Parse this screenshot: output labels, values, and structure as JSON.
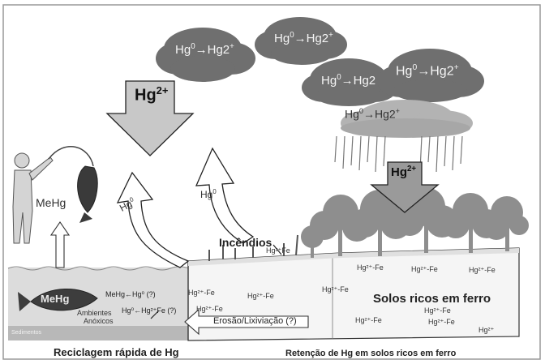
{
  "clouds": {
    "c1": {
      "pre": "Hg",
      "sup1": "0",
      "arrow": "→",
      "post": "Hg2",
      "sup2": "+"
    },
    "c2": {
      "pre": "Hg",
      "sup1": "0",
      "arrow": "→",
      "post": "Hg2",
      "sup2": "+"
    },
    "c3": {
      "pre": "Hg",
      "sup1": "0",
      "arrow": "→",
      "post": "Hg2",
      "sup2": ""
    },
    "c4": {
      "pre": "Hg",
      "sup1": "0",
      "arrow": "→",
      "post": "Hg2",
      "sup2": "+"
    },
    "c5": {
      "pre": "Hg",
      "sup1": "0",
      "arrow": "→",
      "post": "Hg2",
      "sup2": "+"
    }
  },
  "arrows": {
    "hg2_left": {
      "base": "Hg",
      "sup": "2+"
    },
    "hg2_right": {
      "base": "Hg",
      "sup": "2+"
    },
    "hg0_up1": {
      "base": "Hg",
      "sup": "0"
    },
    "hg0_up2": {
      "base": "Hg",
      "sup": "0"
    }
  },
  "labels": {
    "mehg_fisher": "MeHg",
    "mehg_fish": "MeHg",
    "incendios": "Incêndios",
    "solos": "Solos ricos em ferro",
    "ambientes": "Ambientes",
    "anoxicos": "Anóxicos",
    "sedimentos": "Sedimentos",
    "erosao": "Erosão/Lixiviação (?)",
    "bottom_left": "Reciclagem rápida de Hg",
    "bottom_right": "Retenção de Hg em solos ricos em ferro",
    "mehg_reaction": "MeHg←Hg⁰ (?)",
    "hg_fe_reaction": "Hg⁰←Hg²⁺Fe (?)"
  },
  "soil_labels": {
    "hgfe_cross": "Hg²⁺Fe",
    "hgfe_1": "Hg²⁺-Fe",
    "hgfe_2": "Hg²⁺-Fe",
    "hgfe_3": "Hg²⁺-Fe",
    "hgfe_4": "Hg²⁺-Fe",
    "hgfe_5": "Hg²⁺-Fe",
    "hgfe_6": "Hg²⁺-Fe",
    "hgfe_7": "Hg²⁺-Fe",
    "hgfe_8": "Hg²⁺-Fe",
    "hgfe_9": "Hg²⁺-Fe",
    "hgfe_10": "Hg²⁺-Fe",
    "hg2p": "Hg²⁺"
  },
  "colors": {
    "cloud_dark": "#6e6e6e",
    "cloud_light": "#b5b5b5",
    "arrow_fill": "#c9c9c9",
    "tree": "#8c8c8c",
    "water": "#d7d7d7",
    "sediment": "#bdbdbd"
  }
}
